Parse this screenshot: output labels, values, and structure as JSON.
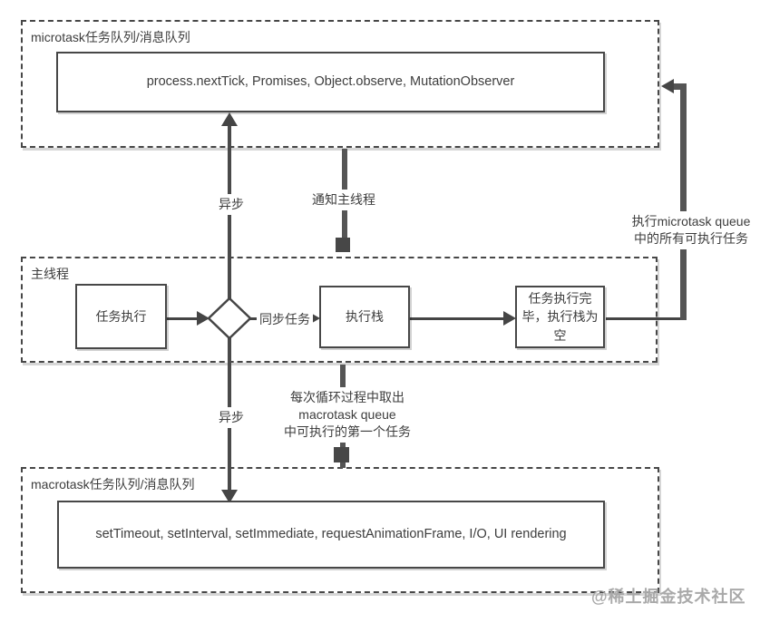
{
  "sections": {
    "microtask": {
      "title": "microtask任务队列/消息队列",
      "content": "process.nextTick, Promises, Object.observe, MutationObserver"
    },
    "main_thread": {
      "title": "主线程"
    },
    "macrotask": {
      "title": "macrotask任务队列/消息队列",
      "content": "setTimeout, setInterval, setImmediate, requestAnimationFrame, I/O, UI rendering"
    }
  },
  "nodes": {
    "task_exec": "任务执行",
    "exec_stack": "执行栈",
    "task_done": "任务执行完毕，执行栈为空"
  },
  "edge_labels": {
    "async_up": "异步",
    "async_down": "异步",
    "sync_task": "同步任务",
    "notify_main_thread": "通知主线程",
    "exec_microtask_queue": "执行microtask queue\n中的所有可执行任务",
    "fetch_macrotask": "每次循环过程中取出\nmacrotask queue\n中可执行的第一个任务"
  },
  "watermark": "@稀土掘金技术社区",
  "colors": {
    "line": "#454545",
    "text": "#3d3d3d",
    "box_fill": "#ffffff",
    "watermark": "#a9a9a9"
  }
}
